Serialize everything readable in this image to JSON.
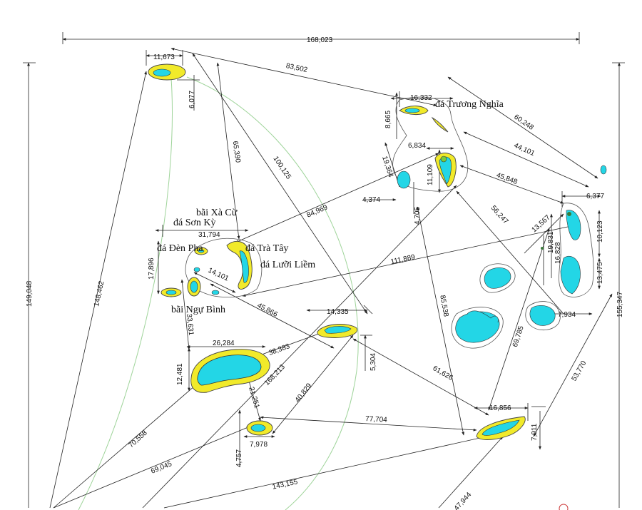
{
  "place_names": {
    "truong_nghia": "đá Trương Nghĩa",
    "xa_cu": "bãi Xà Cừ",
    "son_ky": "đá Sơn Kỳ",
    "den_pha": "đá Đèn Pha",
    "tra_tay": "đá Trà Tây",
    "luoi_liem": "đá Lưỡi Liềm",
    "ngu_binh": "bãi Ngự Bình"
  },
  "distances": {
    "d168023": "168,023",
    "d11673": "11,673",
    "d83502": "83,502",
    "d6077": "6,077",
    "d16332": "16,332",
    "d8665": "8,665",
    "d60248": "60,248",
    "d6834": "6,834",
    "d44101": "44,101",
    "d19364": "19,364",
    "d11109": "11,109",
    "d45848": "45,848",
    "d6377": "6,377",
    "d4374": "4,374",
    "d4705": "4,705",
    "d65390": "65,390",
    "d100125": "100,125",
    "d84969": "84,969",
    "d56247": "56,247",
    "d13567": "13,567",
    "d10123": "10,123",
    "d31794": "31,794",
    "d19831": "19,831",
    "d16828": "16,828",
    "d149048": "149,048",
    "d148462": "148,462",
    "d17896": "17,896",
    "d14101": "14,101",
    "d111889": "111,889",
    "d13475": "13,475",
    "d155347": "155,347",
    "d45866": "45,866",
    "d14335": "14,335",
    "d85538": "85,538",
    "d7934": "7,934",
    "d33631": "33,631",
    "d69785": "69,785",
    "d26284": "26,284",
    "d38383": "38,383",
    "d5304": "5,304",
    "d12481": "12,481",
    "d168213": "168,213",
    "d61626": "61,626",
    "d53770": "53,770",
    "d21251": "21,251",
    "d40829": "40,829",
    "d70558": "70,558",
    "d16856": "16,856",
    "d77704": "77,704",
    "d7911": "7,911",
    "d4757": "4,757",
    "d7978": "7,978",
    "d69045": "69,045",
    "d143155": "143,155",
    "d47944": "47,944"
  },
  "colors": {
    "reef_fill": "#f1ea2a",
    "lagoon_fill": "#23d6e6",
    "arc_line": "#9fd49a",
    "dimension_line": "#222222"
  }
}
